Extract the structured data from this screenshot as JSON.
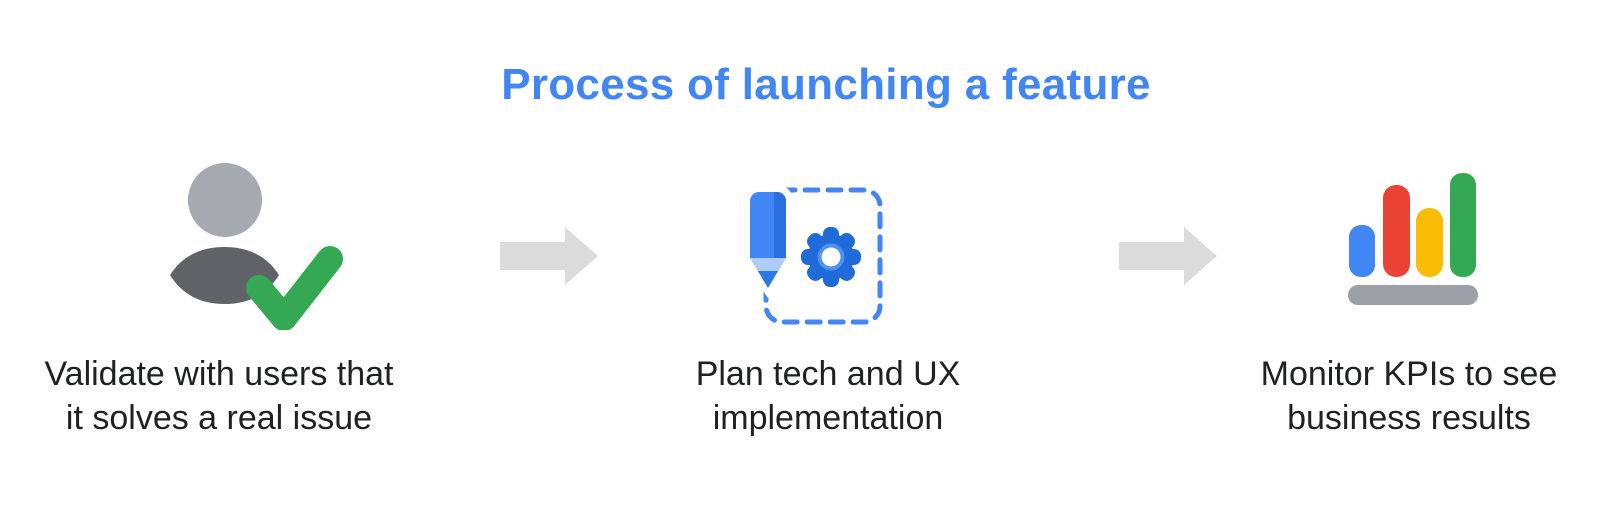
{
  "title": "Process of launching a feature",
  "steps": [
    {
      "name": "validate",
      "icon": "user-check-icon",
      "line1": "Validate with users that",
      "line2": "it solves a real issue"
    },
    {
      "name": "plan",
      "icon": "pencil-gear-icon",
      "line1": "Plan tech and UX",
      "line2": "implementation"
    },
    {
      "name": "monitor",
      "icon": "bar-chart-icon",
      "line1": "Monitor KPIs to see",
      "line2": "business results"
    }
  ],
  "arrows": [
    {
      "name": "right-arrow-icon"
    },
    {
      "name": "right-arrow-icon"
    }
  ],
  "colors": {
    "title_blue": "#4285F4",
    "label_text": "#202124",
    "arrow_gray": "#DBDBDB",
    "head_gray": "#A5AAB1",
    "body_gray": "#5F6368",
    "check_green": "#34A853",
    "pencil_blue": "#4285F4",
    "pencil_dark_blue": "#2A6FDE",
    "pencil_tip_light": "#AECBFA",
    "pencil_lead_blue": "#2F76E4",
    "gear_blue": "#1E6BD9",
    "gear_ring_blue": "#4F92EE",
    "dashed_border_blue": "#4285F4",
    "bar_blue": "#4285F4",
    "bar_red": "#EA4335",
    "bar_yellow": "#FBBC04",
    "bar_green": "#34A853",
    "bar_base_gray": "#9AA0A6",
    "background": "#FFFFFF"
  }
}
